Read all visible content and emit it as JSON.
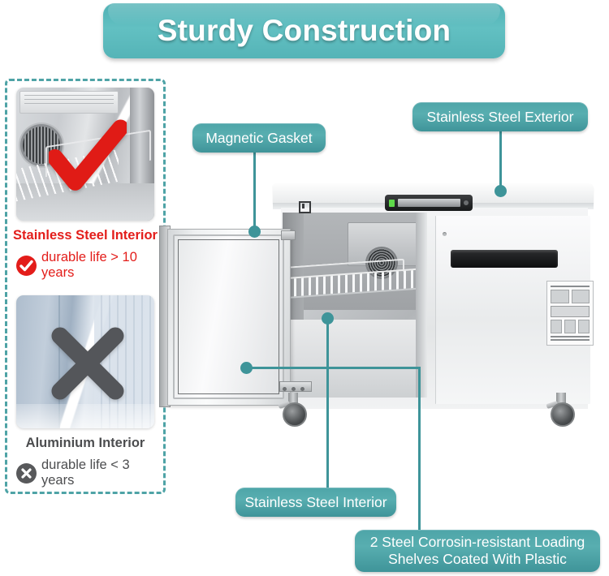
{
  "header": {
    "title": "Sturdy Construction",
    "banner_color": "#55b4b7"
  },
  "theme": {
    "accent_teal": "#3e9499",
    "pill_teal": "#4ea5a8",
    "alert_red": "#e31d1a",
    "neutral_gray": "#58595b",
    "dashed_border": "#4ea3a6"
  },
  "comparison_panel": {
    "items": [
      {
        "id": "stainless",
        "badge_icon": "check-circle-icon",
        "photo_icon": "red-check-overlay-icon",
        "title": "Stainless Steel Interior",
        "life_text": "durable life > 10 years",
        "color": "#e31d1a"
      },
      {
        "id": "aluminium",
        "badge_icon": "x-circle-icon",
        "photo_icon": "gray-x-overlay-icon",
        "title": "Aluminium Interior",
        "life_text": "durable life < 3 years",
        "color": "#4c4d4f"
      }
    ]
  },
  "callouts": [
    {
      "id": "gasket",
      "label": "Magnetic Gasket"
    },
    {
      "id": "exterior",
      "label": "Stainless Steel Exterior"
    },
    {
      "id": "interior",
      "label": "Stainless Steel Interior"
    },
    {
      "id": "shelves",
      "label": "2 Steel Corrosin-resistant Loading Shelves Coated With Plastic"
    }
  ],
  "product": {
    "name": "under-counter-refrigerator",
    "parts": {
      "open_door": "open-stainless-door",
      "closed_door": "closed-stainless-door",
      "handle": "recessed-door-handle",
      "control_panel": "digital-temperature-controller",
      "rating_label": "specification-rating-label",
      "shelf": "wire-loading-shelf",
      "fan": "evaporator-fan",
      "caster_left": "swivel-caster-wheel",
      "caster_right": "swivel-caster-wheel"
    }
  }
}
